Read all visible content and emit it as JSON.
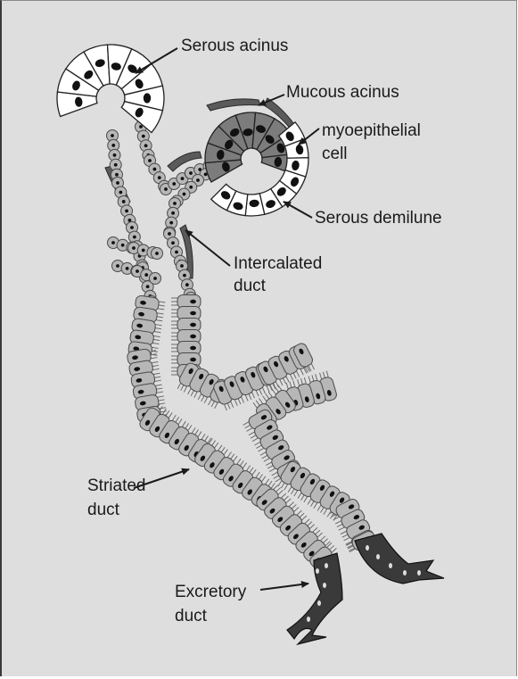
{
  "figure": {
    "colors": {
      "background": "#dedede",
      "duct_cell": "#b7b7b7",
      "duct_outline": "#4a4a4a",
      "serous_cell": "#ffffff",
      "mucous_cell": "#7c7c7c",
      "myoepithelial": "#5a5a5a",
      "excretory_cell": "#3a3a3a",
      "nucleus": "#111111"
    },
    "labels": {
      "serous_acinus": "Serous acinus",
      "mucous_acinus": "Mucous acinus",
      "myoepithelial_line1": "myoepithelial",
      "myoepithelial_line2": "cell",
      "serous_demilune": "Serous demilune",
      "intercalated_line1": "Intercalated",
      "intercalated_line2": "duct",
      "striated_line1": "Striated",
      "striated_line2": "duct",
      "excretory_line1": "Excretory",
      "excretory_line2": "duct"
    }
  }
}
